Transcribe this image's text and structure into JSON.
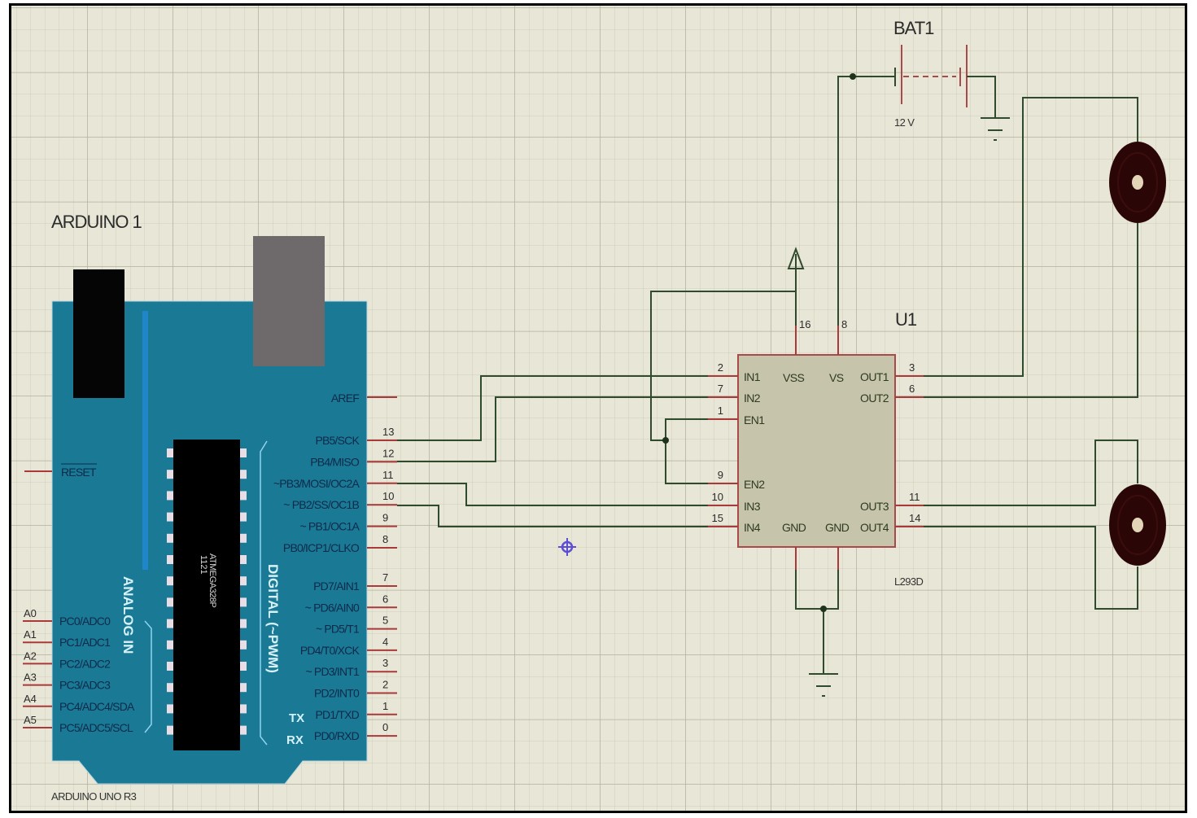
{
  "schematic": {
    "colors": {
      "background": "#e8e6d6",
      "grid_minor": "#cfcdb9",
      "grid_major": "#b9b6a2",
      "wire": "#2f4a2c",
      "pin": "#a83a3a",
      "board": "#1a7a96",
      "chip_body": "#c6c5ab",
      "cursor": "#5c4fd6"
    },
    "arduino": {
      "ref": "ARDUINO 1",
      "model": "ARDUINO UNO R3",
      "mcu_text": "ATMEGA328P",
      "mcu_code": "1121",
      "reset_label": "RESET",
      "aref_label": "AREF",
      "analog_section": "ANALOG IN",
      "digital_section": "DIGITAL (~PWM)",
      "tx_label": "TX",
      "rx_label": "RX",
      "analog_pins": [
        {
          "name": "A0",
          "label": "PC0/ADC0"
        },
        {
          "name": "A1",
          "label": "PC1/ADC1"
        },
        {
          "name": "A2",
          "label": "PC2/ADC2"
        },
        {
          "name": "A3",
          "label": "PC3/ADC3"
        },
        {
          "name": "A4",
          "label": "PC4/ADC4/SDA"
        },
        {
          "name": "A5",
          "label": "PC5/ADC5/SCL"
        }
      ],
      "digital_pins_b": [
        {
          "num": "13",
          "label": "PB5/SCK"
        },
        {
          "num": "12",
          "label": "PB4/MISO"
        },
        {
          "num": "11",
          "label": "~PB3/MOSI/OC2A"
        },
        {
          "num": "10",
          "label": "~ PB2/SS/OC1B"
        },
        {
          "num": "9",
          "label": "~ PB1/OC1A"
        },
        {
          "num": "8",
          "label": "PB0/ICP1/CLKO"
        }
      ],
      "digital_pins_d": [
        {
          "num": "7",
          "label": "PD7/AIN1"
        },
        {
          "num": "6",
          "label": "~ PD6/AIN0"
        },
        {
          "num": "5",
          "label": "~     PD5/T1"
        },
        {
          "num": "4",
          "label": "PD4/T0/XCK"
        },
        {
          "num": "3",
          "label": "~ PD3/INT1"
        },
        {
          "num": "2",
          "label": "PD2/INT0"
        },
        {
          "num": "1",
          "label": "PD1/TXD"
        },
        {
          "num": "0",
          "label": "PD0/RXD"
        }
      ]
    },
    "driver": {
      "ref": "U1",
      "part": "L293D",
      "left_pins": [
        {
          "num": "2",
          "label": "IN1"
        },
        {
          "num": "7",
          "label": "IN2"
        },
        {
          "num": "1",
          "label": "EN1"
        },
        {
          "num": "9",
          "label": "EN2"
        },
        {
          "num": "10",
          "label": "IN3"
        },
        {
          "num": "15",
          "label": "IN4"
        }
      ],
      "right_pins": [
        {
          "num": "3",
          "label": "OUT1"
        },
        {
          "num": "6",
          "label": "OUT2"
        },
        {
          "num": "11",
          "label": "OUT3"
        },
        {
          "num": "14",
          "label": "OUT4"
        }
      ],
      "top_pins": [
        {
          "num": "16",
          "label": "VSS"
        },
        {
          "num": "8",
          "label": "VS"
        }
      ],
      "bottom_labels": [
        "GND",
        "GND"
      ]
    },
    "battery": {
      "ref": "BAT1",
      "voltage": "12 V"
    },
    "motors": [
      {
        "name": "motor-1"
      },
      {
        "name": "motor-2"
      }
    ]
  }
}
